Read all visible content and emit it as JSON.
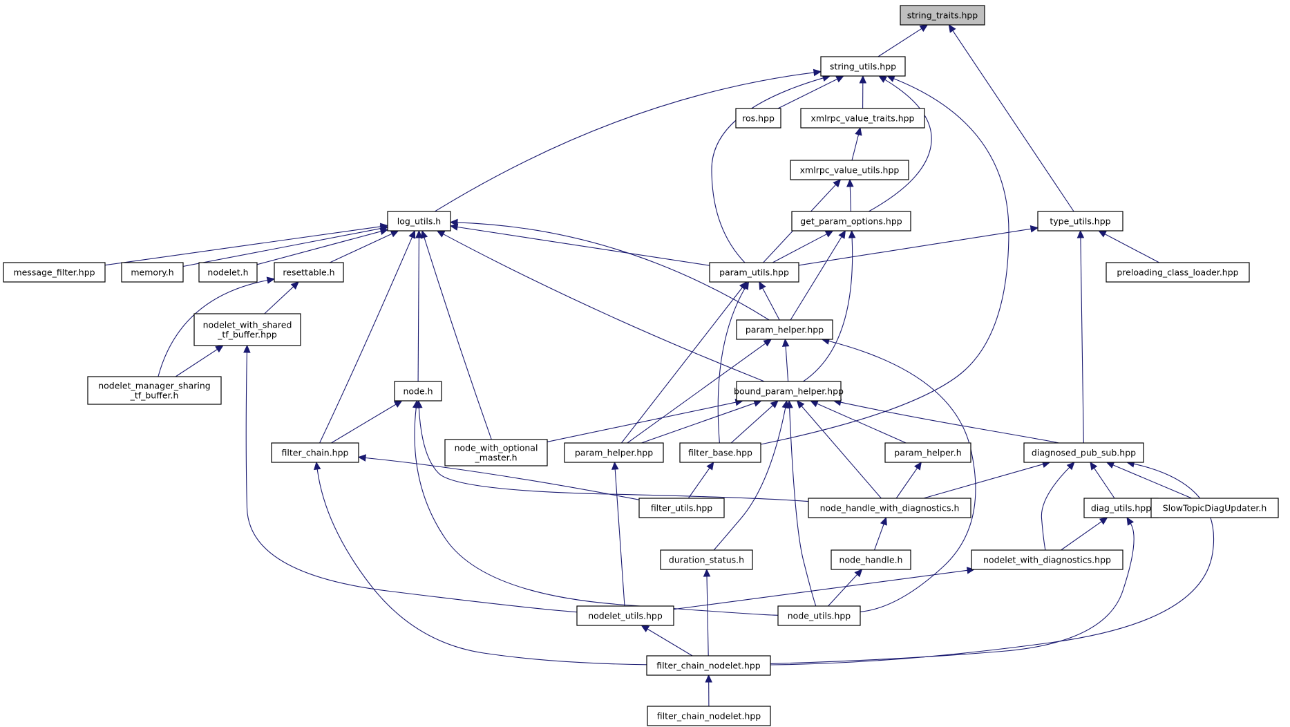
{
  "colors": {
    "edge": "#191970",
    "root_fill": "#bfbfbf",
    "node_fill": "#ffffff",
    "text": "#000000"
  },
  "nodes": [
    {
      "id": "n0",
      "lines": [
        "string_traits.hpp"
      ],
      "root": true
    },
    {
      "id": "n1",
      "lines": [
        "string_utils.hpp"
      ]
    },
    {
      "id": "n2",
      "lines": [
        "ros.hpp"
      ]
    },
    {
      "id": "n3",
      "lines": [
        "xmlrpc_value_traits.hpp"
      ]
    },
    {
      "id": "n4",
      "lines": [
        "xmlrpc_value_utils.hpp"
      ]
    },
    {
      "id": "n5",
      "lines": [
        "log_utils.h"
      ]
    },
    {
      "id": "n6",
      "lines": [
        "get_param_options.hpp"
      ]
    },
    {
      "id": "n7",
      "lines": [
        "type_utils.hpp"
      ]
    },
    {
      "id": "n8",
      "lines": [
        "message_filter.hpp"
      ]
    },
    {
      "id": "n9",
      "lines": [
        "memory.h"
      ]
    },
    {
      "id": "n10",
      "lines": [
        "nodelet.h"
      ]
    },
    {
      "id": "n11",
      "lines": [
        "resettable.h"
      ]
    },
    {
      "id": "n12",
      "lines": [
        "param_utils.hpp"
      ]
    },
    {
      "id": "n13",
      "lines": [
        "preloading_class_loader.hpp"
      ]
    },
    {
      "id": "n14",
      "lines": [
        "nodelet_with_shared",
        "_tf_buffer.hpp"
      ]
    },
    {
      "id": "n15",
      "lines": [
        "param_helper.hpp"
      ]
    },
    {
      "id": "n16",
      "lines": [
        "nodelet_manager_sharing",
        "_tf_buffer.h"
      ]
    },
    {
      "id": "n17",
      "lines": [
        "node.h"
      ]
    },
    {
      "id": "n18",
      "lines": [
        "bound_param_helper.hpp"
      ]
    },
    {
      "id": "n19",
      "lines": [
        "node_with_optional",
        "_master.h"
      ]
    },
    {
      "id": "n20",
      "lines": [
        "filter_chain.hpp"
      ]
    },
    {
      "id": "n21",
      "lines": [
        "param_helper.hpp"
      ]
    },
    {
      "id": "n22",
      "lines": [
        "filter_base.hpp"
      ]
    },
    {
      "id": "n23",
      "lines": [
        "param_helper.h"
      ]
    },
    {
      "id": "n24",
      "lines": [
        "diagnosed_pub_sub.hpp"
      ]
    },
    {
      "id": "n25",
      "lines": [
        "filter_utils.hpp"
      ]
    },
    {
      "id": "n26",
      "lines": [
        "node_handle_with_diagnostics.h"
      ]
    },
    {
      "id": "n27",
      "lines": [
        "diag_utils.hpp"
      ]
    },
    {
      "id": "n28",
      "lines": [
        "SlowTopicDiagUpdater.h"
      ]
    },
    {
      "id": "n29",
      "lines": [
        "duration_status.h"
      ]
    },
    {
      "id": "n30",
      "lines": [
        "node_handle.h"
      ]
    },
    {
      "id": "n31",
      "lines": [
        "nodelet_with_diagnostics.hpp"
      ]
    },
    {
      "id": "n32",
      "lines": [
        "nodelet_utils.hpp"
      ]
    },
    {
      "id": "n33",
      "lines": [
        "node_utils.hpp"
      ]
    },
    {
      "id": "n34",
      "lines": [
        "filter_chain_nodelet.hpp"
      ]
    },
    {
      "id": "n35",
      "lines": [
        "filter_chain_nodelet.hpp"
      ]
    }
  ],
  "edges": [
    {
      "from": "n0",
      "to": "n1"
    },
    {
      "from": "n0",
      "to": "n7"
    },
    {
      "from": "n1",
      "to": "n2"
    },
    {
      "from": "n1",
      "to": "n3"
    },
    {
      "from": "n1",
      "to": "n5"
    },
    {
      "from": "n1",
      "to": "n12"
    },
    {
      "from": "n1",
      "to": "n6"
    },
    {
      "from": "n1",
      "to": "n22"
    },
    {
      "from": "n3",
      "to": "n4"
    },
    {
      "from": "n4",
      "to": "n6"
    },
    {
      "from": "n4",
      "to": "n12"
    },
    {
      "from": "n5",
      "to": "n8"
    },
    {
      "from": "n5",
      "to": "n9"
    },
    {
      "from": "n5",
      "to": "n10"
    },
    {
      "from": "n5",
      "to": "n11"
    },
    {
      "from": "n5",
      "to": "n12"
    },
    {
      "from": "n5",
      "to": "n15"
    },
    {
      "from": "n5",
      "to": "n18"
    },
    {
      "from": "n5",
      "to": "n17"
    },
    {
      "from": "n5",
      "to": "n19"
    },
    {
      "from": "n5",
      "to": "n20"
    },
    {
      "from": "n6",
      "to": "n12"
    },
    {
      "from": "n6",
      "to": "n15"
    },
    {
      "from": "n6",
      "to": "n18"
    },
    {
      "from": "n7",
      "to": "n12"
    },
    {
      "from": "n7",
      "to": "n13"
    },
    {
      "from": "n7",
      "to": "n24"
    },
    {
      "from": "n11",
      "to": "n14"
    },
    {
      "from": "n11",
      "to": "n16"
    },
    {
      "from": "n12",
      "to": "n15"
    },
    {
      "from": "n12",
      "to": "n21"
    },
    {
      "from": "n12",
      "to": "n22"
    },
    {
      "from": "n14",
      "to": "n16"
    },
    {
      "from": "n14",
      "to": "n32"
    },
    {
      "from": "n15",
      "to": "n18"
    },
    {
      "from": "n15",
      "to": "n21"
    },
    {
      "from": "n15",
      "to": "n33"
    },
    {
      "from": "n17",
      "to": "n20"
    },
    {
      "from": "n17",
      "to": "n26"
    },
    {
      "from": "n17",
      "to": "n33"
    },
    {
      "from": "n18",
      "to": "n19"
    },
    {
      "from": "n18",
      "to": "n21"
    },
    {
      "from": "n18",
      "to": "n22"
    },
    {
      "from": "n18",
      "to": "n23"
    },
    {
      "from": "n18",
      "to": "n24"
    },
    {
      "from": "n18",
      "to": "n26"
    },
    {
      "from": "n18",
      "to": "n29"
    },
    {
      "from": "n18",
      "to": "n33"
    },
    {
      "from": "n20",
      "to": "n25"
    },
    {
      "from": "n20",
      "to": "n35"
    },
    {
      "from": "n21",
      "to": "n32"
    },
    {
      "from": "n22",
      "to": "n25"
    },
    {
      "from": "n23",
      "to": "n26"
    },
    {
      "from": "n24",
      "to": "n26"
    },
    {
      "from": "n24",
      "to": "n27"
    },
    {
      "from": "n24",
      "to": "n28"
    },
    {
      "from": "n24",
      "to": "n31"
    },
    {
      "from": "n24",
      "to": "n35"
    },
    {
      "from": "n26",
      "to": "n30"
    },
    {
      "from": "n27",
      "to": "n31"
    },
    {
      "from": "n27",
      "to": "n35"
    },
    {
      "from": "n29",
      "to": "n35"
    },
    {
      "from": "n30",
      "to": "n33"
    },
    {
      "from": "n31",
      "to": "n32"
    },
    {
      "from": "n32",
      "to": "n35"
    },
    {
      "from": "n35",
      "to": "n34"
    }
  ]
}
